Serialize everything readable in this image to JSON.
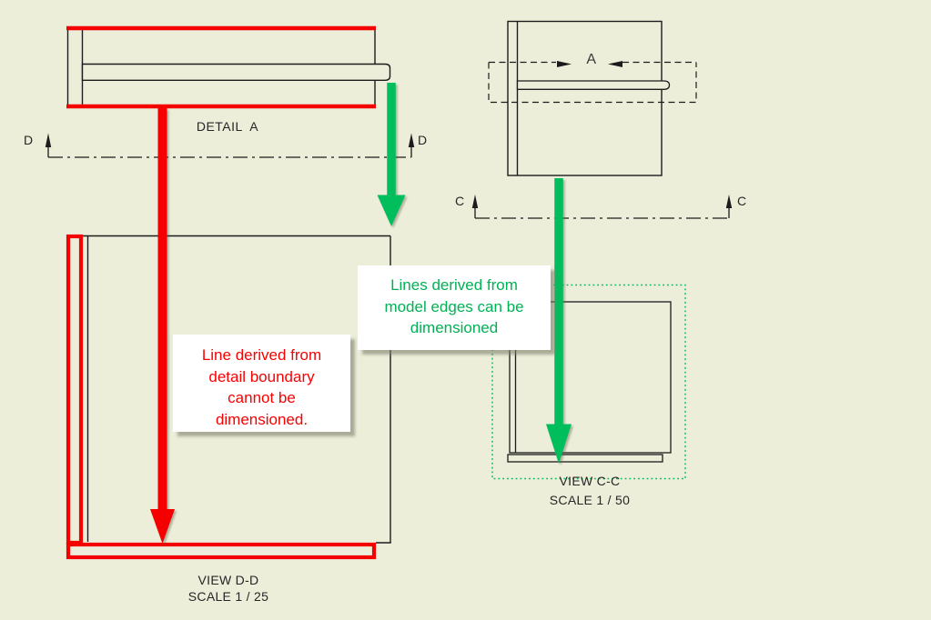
{
  "colors": {
    "background": "#ECEEDA",
    "line-black": "#1C1C1C",
    "highlight-red": "#F40000",
    "highlight-green": "#00BE5C",
    "callout-red-text": "#FA0000",
    "callout-green-text": "#00B254",
    "callout-bg": "#FFFFFF"
  },
  "captions": {
    "detail_a": "DETAIL  A",
    "view_dd_title": "VIEW D-D",
    "view_dd_scale": "SCALE 1 / 25",
    "view_cc_title": "VIEW C-C",
    "view_cc_scale": "SCALE 1 / 50",
    "section_d_left": "D",
    "section_d_right": "D",
    "section_c_left": "C",
    "section_c_right": "C",
    "detail_callout": "A"
  },
  "notes": {
    "red": {
      "lines": [
        "Line derived from",
        "detail boundary",
        "cannot be",
        "dimensioned."
      ]
    },
    "green": {
      "lines": [
        "Lines derived from",
        "model edges can be",
        "dimensioned"
      ]
    }
  },
  "icons": {
    "red_arrow": "down-arrow",
    "green_arrow_left": "down-arrow",
    "green_arrow_right": "down-arrow"
  }
}
